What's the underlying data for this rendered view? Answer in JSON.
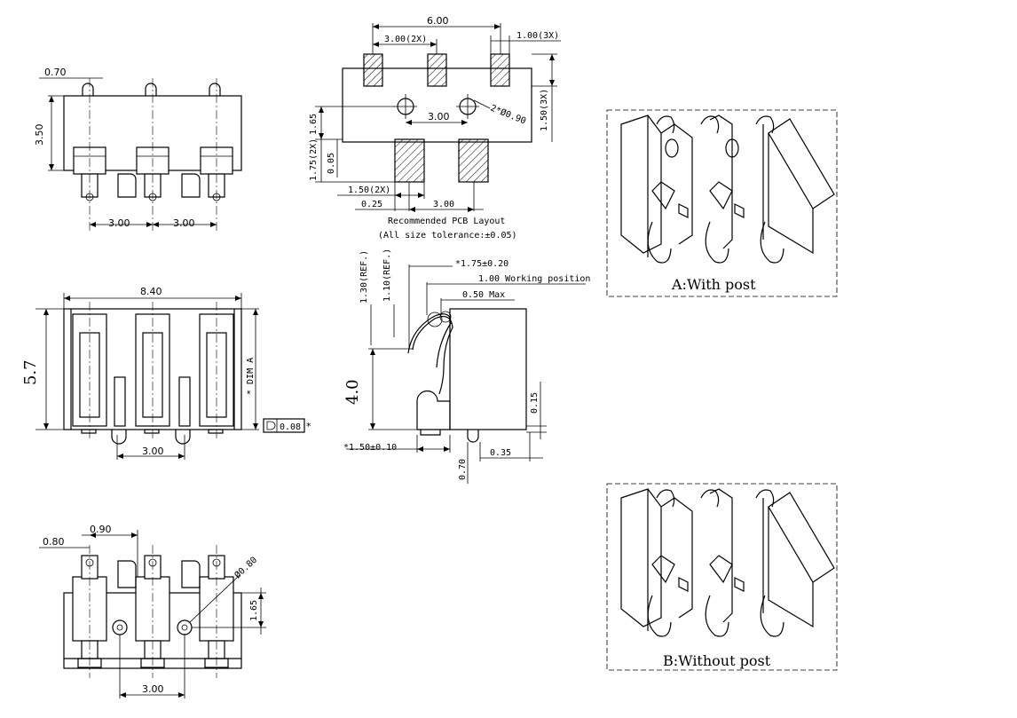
{
  "top_view": {
    "pitch_left": "3.00",
    "pitch_right": "3.00",
    "pin_width": "0.70",
    "height": "3.50"
  },
  "pcb_layout": {
    "overall": "6.00",
    "pad_pitch_top": "3.00(2X)",
    "pad_width_top": "1.00(3X)",
    "pad_height_top": "1.50(3X)",
    "hole_spacing": "3.00",
    "hole_dia": "2*Ø0.90",
    "offset_165": "1.65",
    "pad_height_bottom": "1.75(2X)",
    "offset_005": "0.05",
    "pad_width_bottom": "1.50(2X)",
    "offset_025": "0.25",
    "pad_pitch_bottom": "3.00",
    "title": "Recommended PCB Layout",
    "tolerance": "(All size tolerance:±0.05)"
  },
  "front_view": {
    "width": "8.40",
    "height": "5.7",
    "dim_a": "* DIM A",
    "pitch": "3.00",
    "flatness": "0.08",
    "asterisk": "*"
  },
  "side_view": {
    "ref_130": "1.30(REF.)",
    "ref_110": "1.10(REF.)",
    "travel": "*1.75±0.20",
    "working": "1.00  Working position",
    "max": "0.50  Max",
    "height": "4.0",
    "offset_015": "0.15",
    "base": "*1.50±0.10",
    "post_height": "0.70",
    "offset_035": "0.35"
  },
  "bottom_view": {
    "edge": "0.80",
    "post_offset": "0.90",
    "post_dia": "Ø0.80",
    "post_spacing": "1.65",
    "pitch": "3.00"
  },
  "variants": {
    "with_post": "A:With post",
    "without_post": "B:Without post"
  }
}
